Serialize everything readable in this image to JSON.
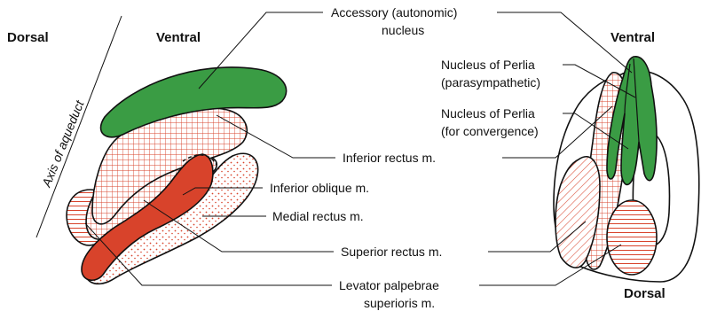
{
  "orientation": {
    "dorsal_left": "Dorsal",
    "ventral_left": "Ventral",
    "ventral_right": "Ventral",
    "dorsal_right": "Dorsal",
    "axis": "Axis of aqueduct"
  },
  "labels": {
    "accessory_1": "Accessory (autonomic)",
    "accessory_2": "nucleus",
    "perlia_para_1": "Nucleus of Perlia",
    "perlia_para_2": "(parasympathetic)",
    "perlia_conv_1": "Nucleus of Perlia",
    "perlia_conv_2": "(for convergence)",
    "inferior_rectus": "Inferior rectus m.",
    "inferior_oblique": "Inferior oblique m.",
    "medial_rectus": "Medial rectus m.",
    "superior_rectus": "Superior rectus m.",
    "levator_1": "Levator palpebrae",
    "levator_2": "superioris m."
  },
  "colors": {
    "accessory_green": "#3a9c44",
    "oblique_red": "#d8432b",
    "pattern_red": "#d8432b",
    "outline": "#111111"
  }
}
